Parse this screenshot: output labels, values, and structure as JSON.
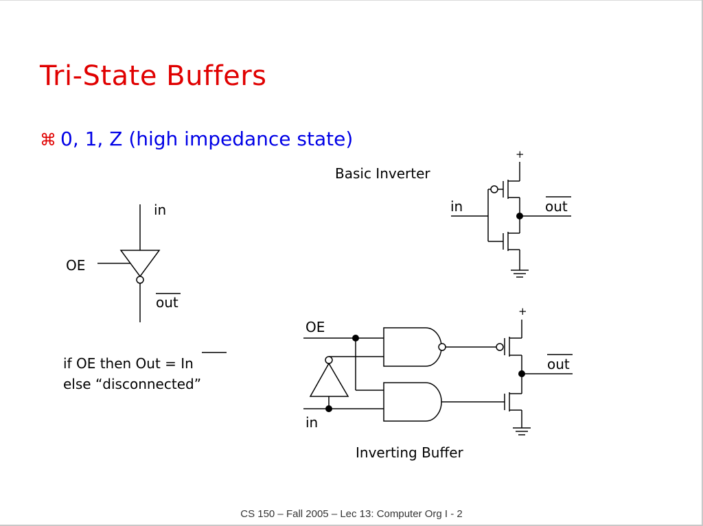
{
  "slide": {
    "title": "Tri-State Buffers",
    "bullet_symbol": "⌘",
    "bullet_text": "0, 1, Z (high impedance state)",
    "footer": "CS 150 – Fall  2005 – Lec 13: Computer Org I - 2"
  },
  "tristate_symbol": {
    "in_label": "in",
    "oe_label": "OE",
    "out_label": "out",
    "rule_line1_prefix": "if OE then Out = ",
    "rule_line1_overlined": "In",
    "rule_line2": "else “disconnected”"
  },
  "basic_inverter": {
    "caption": "Basic Inverter",
    "vdd_label": "+",
    "in_label": "in",
    "out_label": "out"
  },
  "inverting_buffer": {
    "caption": "Inverting Buffer",
    "vdd_label": "+",
    "oe_label": "OE",
    "in_label": "in",
    "out_label": "out"
  }
}
